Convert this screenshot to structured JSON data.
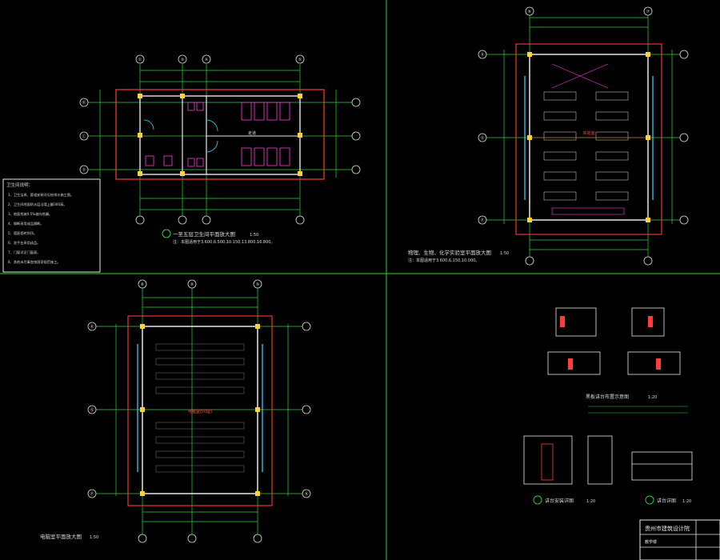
{
  "sheet": {
    "notes_title": "卫生间说明：",
    "notes": [
      "1、卫生洁具、管道安装详见给排水施工图。",
      "2、卫生间地面防水层沿墙上翻300高。",
      "3、地面找坡0.5%坡向地漏。",
      "4、隔断采用成品隔断。",
      "5、墙面瓷砖到顶。",
      "6、洗手台采用成品。",
      "7、门窗详见门窗表。",
      "8、其他未尽事宜按国家规范施工。"
    ],
    "panel1": {
      "title": "一至五层卫生间平面放大图",
      "scale": "1:50",
      "subtitle": "注：本图适用于3.600,6.500,10.150,13.800,16.800。",
      "axes_top": [
        "①",
        "③",
        "④",
        "⑤"
      ],
      "axes_side": [
        "Ⓑ",
        "Ⓒ",
        "Ⓓ"
      ],
      "room_label": "走道"
    },
    "panel2": {
      "title": "物理、生物、化学实验室平面放大图",
      "scale": "1:50",
      "subtitle": "注：本图适用于3.600,6.150,10.000。",
      "axes_top": [
        "⑥",
        "⑦"
      ],
      "axes_side": [
        "Ⓡ",
        "Ⓠ",
        "Ⓟ"
      ],
      "room_label": "实验室"
    },
    "panel3": {
      "title": "电脑室平面放大图",
      "scale": "1:50",
      "axes_top": [
        "⑧",
        "⑨",
        "⑩"
      ],
      "axes_side": [
        "Ⓡ",
        "Ⓠ",
        "Ⓟ",
        "Ⓝ"
      ],
      "room_label": "电脑室(50座)"
    },
    "panel4": {
      "title": "黑板讲台布置示意图",
      "scale": "1:20",
      "detail_a": "讲台安装详图",
      "detail_a_scale": "1:20",
      "detail_b": "讲台详图",
      "detail_b_scale": "1:20"
    },
    "title_block": {
      "institute": "贵州市建筑设计院",
      "project": "教学楼"
    }
  }
}
